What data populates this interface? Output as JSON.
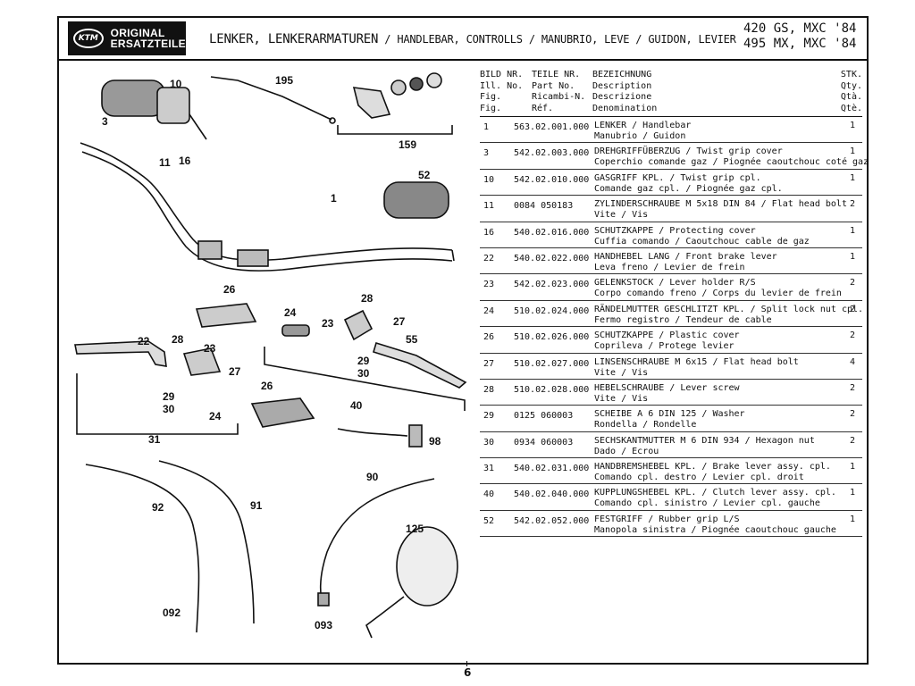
{
  "header": {
    "logo_line1": "ORIGINAL",
    "logo_line2": "ERSATZTEILE",
    "title_main": "LENKER, LENKERARMATUREN",
    "title_rest": " / HANDLEBAR, CONTROLLS / MANUBRIO, LEVE / GUIDON, LEVIER",
    "model1": "420 GS, MXC '84",
    "model2": "495 MX, MXC '84"
  },
  "columns": {
    "nr": "BILD NR.\nIll. No.\nFig.\nFig.",
    "part": "TEILE NR.\nPart No.\nRicambi-N.\nRéf.",
    "desc": "BEZEICHNUNG\nDescription\nDescrizione\nDenomination",
    "qty": "STK.\nQty.\nQtà.\nQtè."
  },
  "parts": [
    {
      "nr": "1",
      "pn": "563.02.001.000",
      "d1": "LENKER / Handlebar",
      "d2": "Manubrio / Guidon",
      "q": "1"
    },
    {
      "nr": "3",
      "pn": "542.02.003.000",
      "d1": "DREHGRIFFÜBERZUG / Twist grip cover",
      "d2": "Coperchio comande gaz / Piognée caoutchouc coté gaz",
      "q": "1"
    },
    {
      "nr": "10",
      "pn": "542.02.010.000",
      "d1": "GASGRIFF KPL. / Twist grip cpl.",
      "d2": "Comande gaz cpl. / Piognée gaz cpl.",
      "q": "1"
    },
    {
      "nr": "11",
      "pn": "0084 050183",
      "d1": "ZYLINDERSCHRAUBE M 5x18 DIN 84 / Flat head bolt",
      "d2": "Vite / Vis",
      "q": "2"
    },
    {
      "nr": "16",
      "pn": "540.02.016.000",
      "d1": "SCHUTZKAPPE / Protecting cover",
      "d2": "Cuffia comando / Caoutchouc cable de gaz",
      "q": "1"
    },
    {
      "nr": "22",
      "pn": "540.02.022.000",
      "d1": "HANDHEBEL LANG / Front brake lever",
      "d2": "Leva freno / Levier de frein",
      "q": "1"
    },
    {
      "nr": "23",
      "pn": "542.02.023.000",
      "d1": "GELENKSTOCK / Lever holder R/S",
      "d2": "Corpo comando freno / Corps du levier de frein",
      "q": "2"
    },
    {
      "nr": "24",
      "pn": "510.02.024.000",
      "d1": "RÄNDELMUTTER GESCHLITZT KPL. / Split lock nut cpl.",
      "d2": "Fermo registro / Tendeur de cable",
      "q": "2"
    },
    {
      "nr": "26",
      "pn": "510.02.026.000",
      "d1": "SCHUTZKAPPE / Plastic cover",
      "d2": "Coprileva / Protege levier",
      "q": "2"
    },
    {
      "nr": "27",
      "pn": "510.02.027.000",
      "d1": "LINSENSCHRAUBE M 6x15 / Flat head bolt",
      "d2": "Vite / Vis",
      "q": "4"
    },
    {
      "nr": "28",
      "pn": "510.02.028.000",
      "d1": "HEBELSCHRAUBE / Lever screw",
      "d2": "Vite / Vis",
      "q": "2"
    },
    {
      "nr": "29",
      "pn": "0125 060003",
      "d1": "SCHEIBE A 6 DIN 125 / Washer",
      "d2": "Rondella / Rondelle",
      "q": "2"
    },
    {
      "nr": "30",
      "pn": "0934 060003",
      "d1": "SECHSKANTMUTTER M 6 DIN 934 / Hexagon nut",
      "d2": "Dado / Ecrou",
      "q": "2"
    },
    {
      "nr": "31",
      "pn": "540.02.031.000",
      "d1": "HANDBREMSHEBEL KPL. / Brake lever assy. cpl.",
      "d2": "Comando cpl. destro / Levier cpl. droit",
      "q": "1"
    },
    {
      "nr": "40",
      "pn": "540.02.040.000",
      "d1": "KUPPLUNGSHEBEL KPL. / Clutch lever assy. cpl.",
      "d2": "Comando cpl. sinistro / Levier cpl. gauche",
      "q": "1"
    },
    {
      "nr": "52",
      "pn": "542.02.052.000",
      "d1": "FESTGRIFF / Rubber grip L/S",
      "d2": "Manopola sinistra / Piognée caoutchouc gauche",
      "q": "1"
    }
  ],
  "diagram_labels": [
    "10",
    "3",
    "11",
    "16",
    "195",
    "159",
    "52",
    "1",
    "26",
    "28",
    "24",
    "23",
    "27",
    "55",
    "22",
    "28",
    "23",
    "27",
    "29",
    "30",
    "24",
    "26",
    "40",
    "29",
    "30",
    "31",
    "98",
    "92",
    "91",
    "90",
    "125",
    "092",
    "093"
  ],
  "page_number": "6"
}
